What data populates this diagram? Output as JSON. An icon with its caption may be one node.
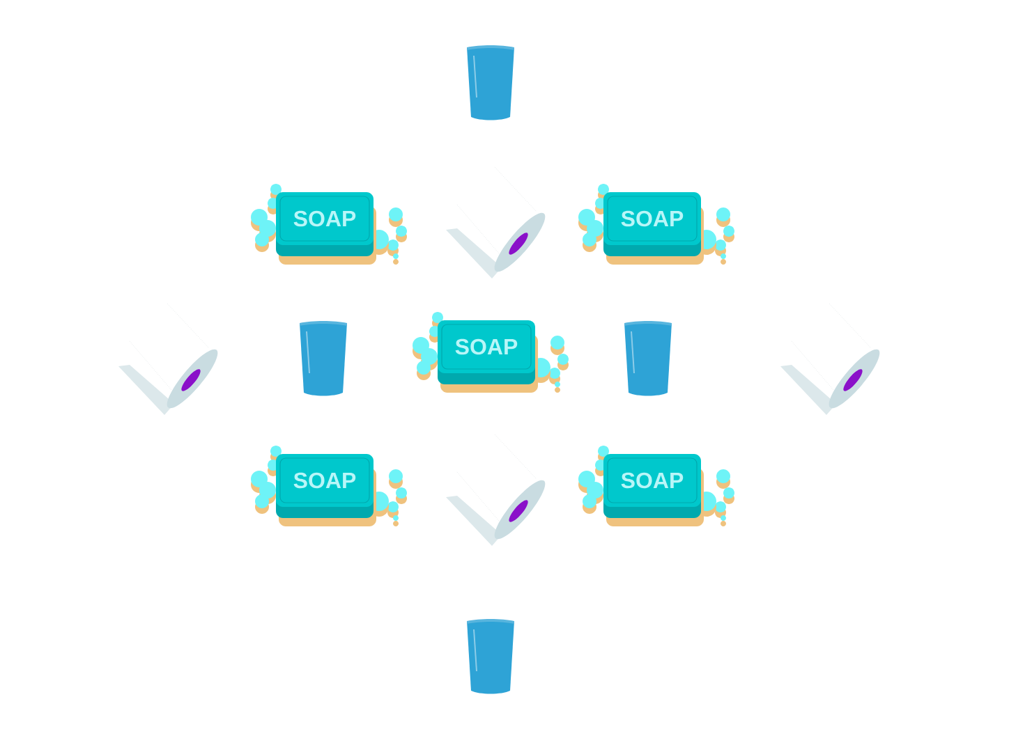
{
  "diagram": {
    "labels": [
      "SOAP",
      "SOAP",
      "SOAP",
      "SOAP",
      "SOAP"
    ]
  }
}
